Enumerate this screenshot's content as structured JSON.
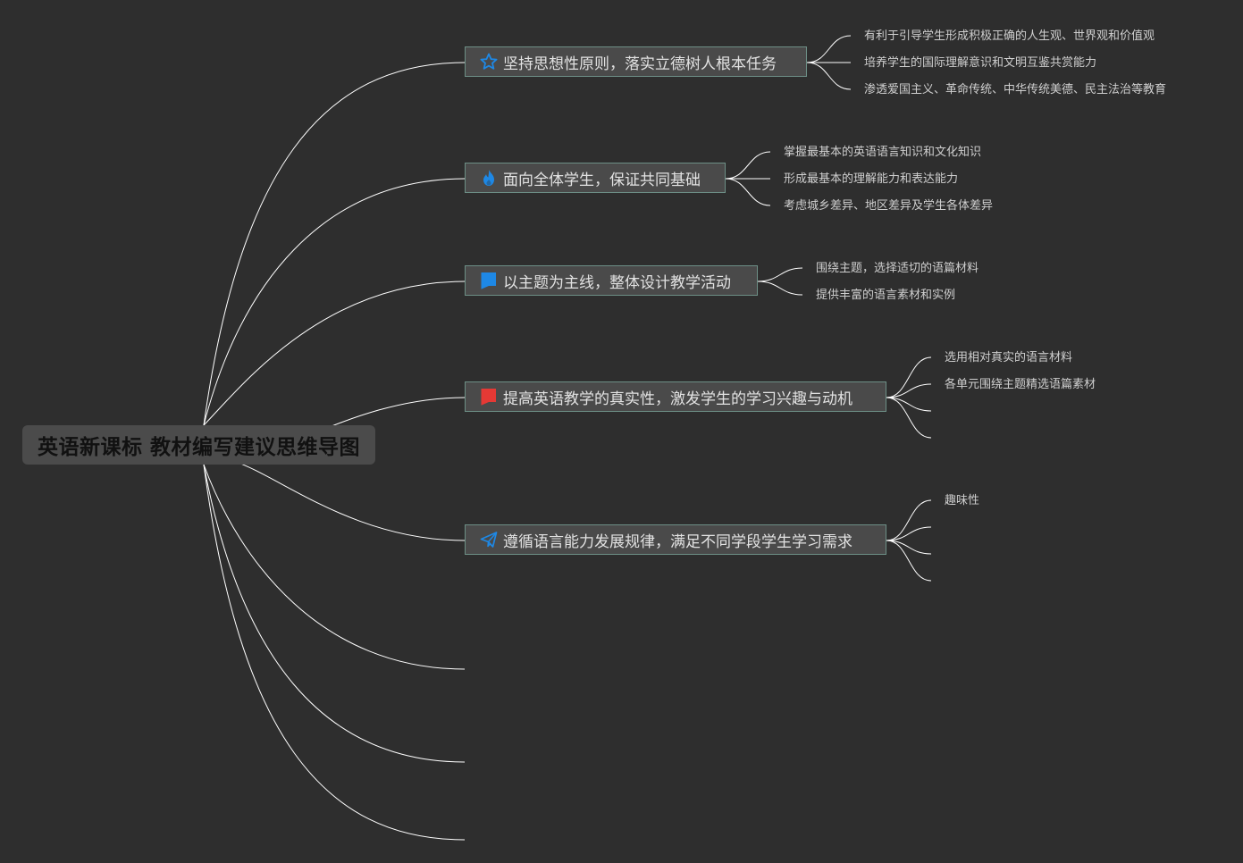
{
  "root": {
    "title": "英语新课标 教材编写建议思维导图"
  },
  "branches": [
    {
      "label": "坚持思想性原则，落实立德树人根本任务",
      "icon": "star-outline-icon",
      "children": [
        "有利于引导学生形成积极正确的人生观、世界观和价值观",
        "培养学生的国际理解意识和文明互鉴共赏能力",
        "渗透爱国主义、革命传统、中华传统美德、民主法治等教育"
      ]
    },
    {
      "label": "面向全体学生，保证共同基础",
      "icon": "flame-icon",
      "children": [
        "掌握最基本的英语语言知识和文化知识",
        "形成最基本的理解能力和表达能力",
        "考虑城乡差异、地区差异及学生各体差异"
      ]
    },
    {
      "label": "以主题为主线，整体设计教学活动",
      "icon": "blue-flag-icon",
      "children": [
        "围绕主题，选择适切的语篇材料",
        "提供丰富的语言素材和实例"
      ]
    },
    {
      "label": "提高英语教学的真实性，激发学生的学习兴趣与动机",
      "icon": "red-flag-icon",
      "children": [
        "选用相对真实的语言材料",
        "各单元围绕主题精选语篇素材"
      ]
    },
    {
      "label": "遵循语言能力发展规律，满足不同学段学生学习需求",
      "icon": "paper-plane-icon",
      "children": [
        "趣味性"
      ]
    }
  ],
  "colors": {
    "background": "#2e2e2e",
    "link": "#ffffff",
    "branch_border": "#6d8f86",
    "icon_blue": "#1e88e5",
    "icon_red": "#e53935"
  }
}
